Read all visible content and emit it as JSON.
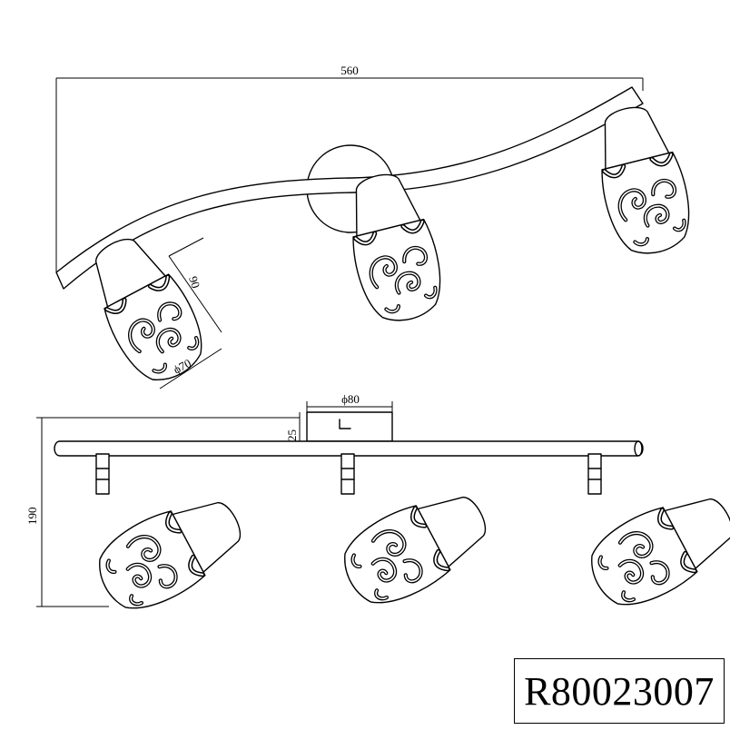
{
  "dimensions": {
    "total_width": "560",
    "shade_height": "90",
    "shade_diameter": "ϕ70",
    "canopy_diameter": "ϕ80",
    "canopy_height": "25",
    "total_height": "190"
  },
  "model_number": "R80023007"
}
